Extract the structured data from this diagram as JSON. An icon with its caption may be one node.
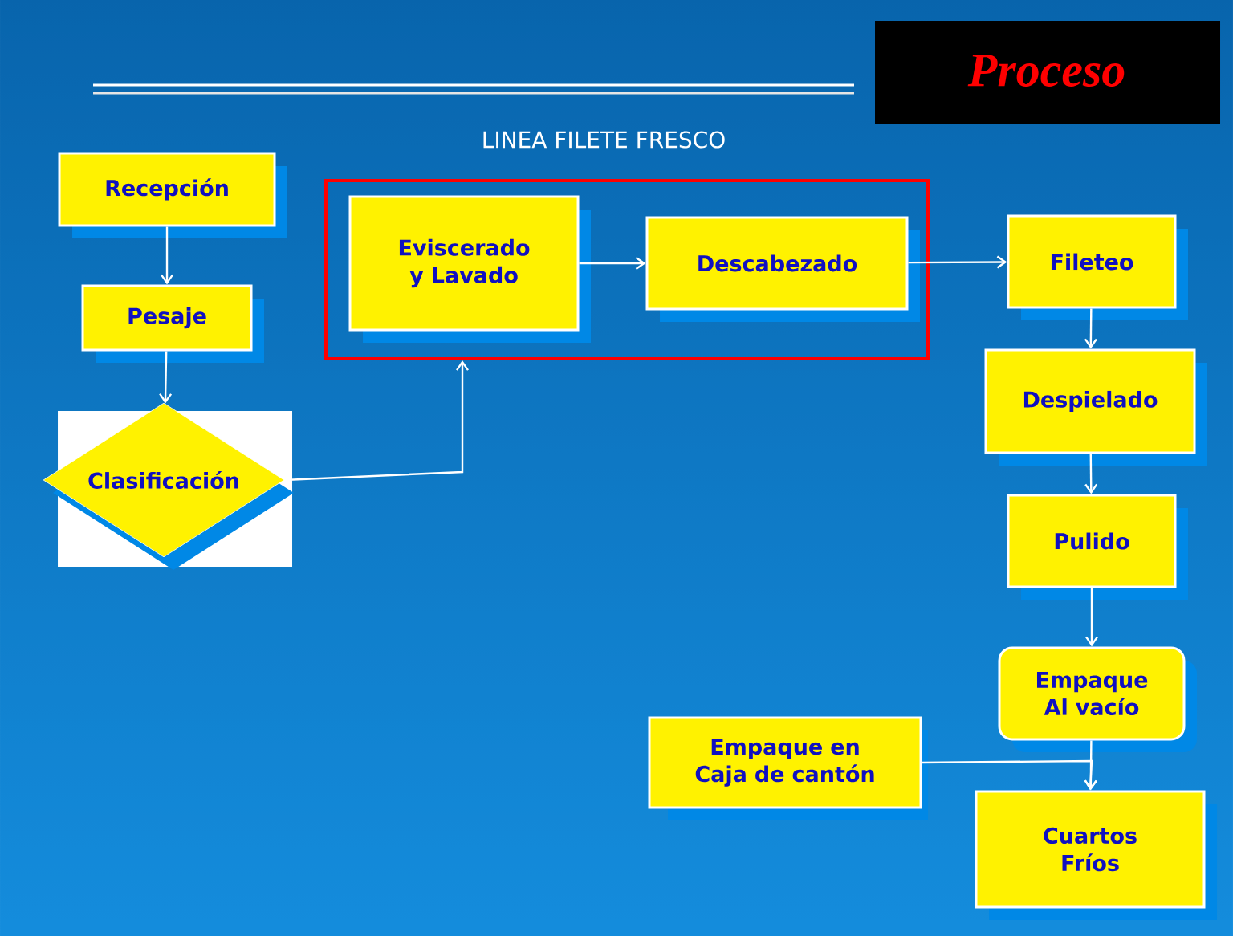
{
  "diagram": {
    "title": "Proceso",
    "nodes": [
      {
        "text": [
          "Recepción"
        ]
      },
      {
        "text": [
          "Pesaje"
        ]
      },
      {
        "text": [
          "Clasificación"
        ]
      },
      {
        "text": [],
        "shape": "box"
      },
      {
        "text": [
          "Eviscerado y Lavado"
        ],
        "in": 3
      },
      {
        "text": [
          "Descabezado"
        ],
        "in": 3
      },
      {
        "text": [
          "Fileteo"
        ]
      },
      {
        "text": [
          "Despielado"
        ]
      },
      {
        "text": [
          "Pulido"
        ]
      },
      {
        "text": [
          "Empaque Al vacío"
        ]
      },
      {
        "text": [
          "Empaque en Caja de cantón"
        ]
      },
      {
        "text": [
          "Cuartos Fríos"
        ]
      }
    ],
    "edges": [
      {
        "from": 0,
        "to": 1,
        "arrow": "to"
      },
      {
        "from": 1,
        "to": 2,
        "arrow": "to"
      },
      {
        "from": 2,
        "to": 3,
        "arrow": "to"
      },
      {
        "from": 4,
        "to": 5,
        "arrow": "to"
      },
      {
        "from": 5,
        "to": 6,
        "arrow": "to"
      },
      {
        "from": 6,
        "to": 7,
        "arrow": "to"
      },
      {
        "from": 7,
        "to": 8,
        "arrow": "to"
      },
      {
        "from": 8,
        "to": 9,
        "arrow": "to"
      },
      {
        "from": 9,
        "to": 11,
        "arrow": "to"
      },
      {
        "from": 10,
        "to": 11,
        "arrow": "to"
      }
    ],
    "labels": [
      "LINEA FILETE FRESCO"
    ]
  }
}
